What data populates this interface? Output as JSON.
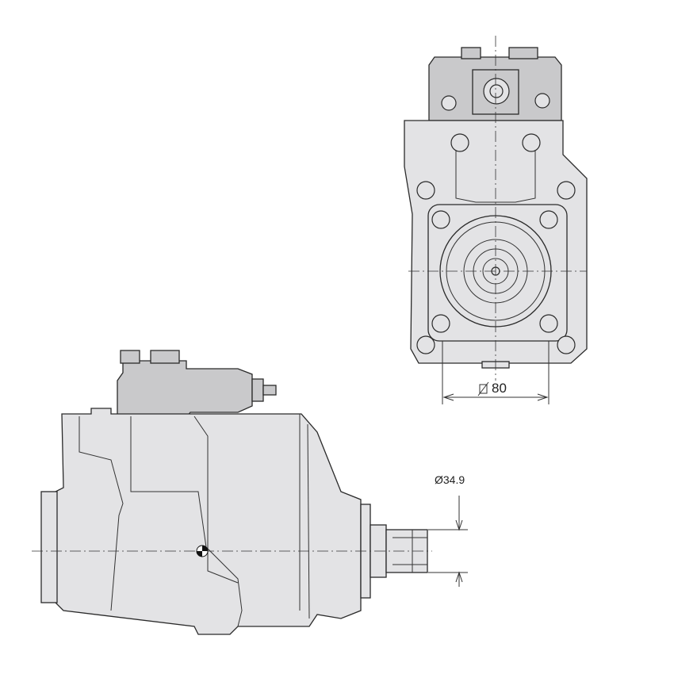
{
  "dimensions": {
    "flange_square": "80",
    "flange_symbol": "square-flange-symbol",
    "shaft_diameter": "Ø34.9"
  },
  "colors": {
    "body": "#e3e3e5",
    "control_block": "#c9c9cb",
    "line": "#2a2a2a"
  }
}
